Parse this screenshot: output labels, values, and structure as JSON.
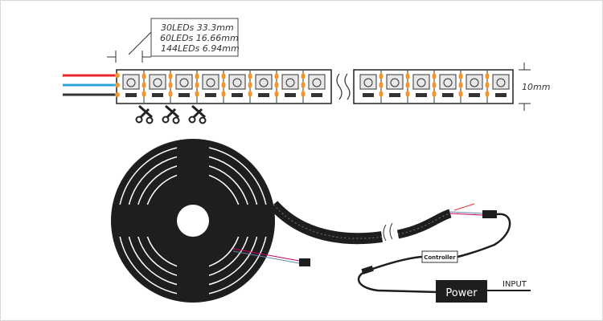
{
  "spec_box": {
    "lines": [
      "30LEDs 33.3mm",
      "60LEDs 16.66mm",
      "144LEDs 6.94mm"
    ]
  },
  "strip_width_label": "10mm",
  "controller_label": "Controller",
  "power_label": "Power",
  "input_label": "INPUT",
  "colors": {
    "wire_red": "#e8262b",
    "wire_blue": "#2fa4dc",
    "wire_black": "#333333",
    "solder_pad": "#f0962e",
    "reel": "#1e1e1e"
  },
  "icons": [
    "scissors-icon",
    "led-chip-icon",
    "strip-break-icon"
  ]
}
